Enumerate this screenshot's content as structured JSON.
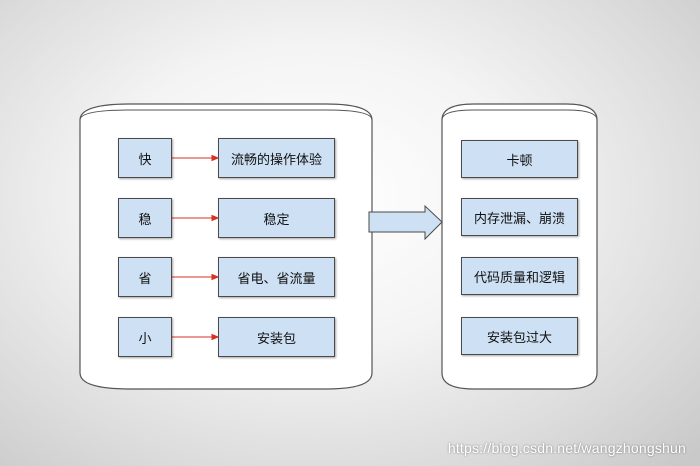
{
  "left_group": {
    "rows": [
      {
        "key": "快",
        "value": "流畅的操作体验"
      },
      {
        "key": "稳",
        "value": "稳定"
      },
      {
        "key": "省",
        "value": "省电、省流量"
      },
      {
        "key": "小",
        "value": "安装包"
      }
    ]
  },
  "right_group": {
    "items": [
      "卡顿",
      "内存泄漏、崩溃",
      "代码质量和逻辑",
      "安装包过大"
    ]
  },
  "colors": {
    "box_fill": "#cde0f4",
    "connector": "#d93025",
    "outline": "#4a4a4a"
  },
  "watermark": "https://blog.csdn.net/wangzhongshun"
}
